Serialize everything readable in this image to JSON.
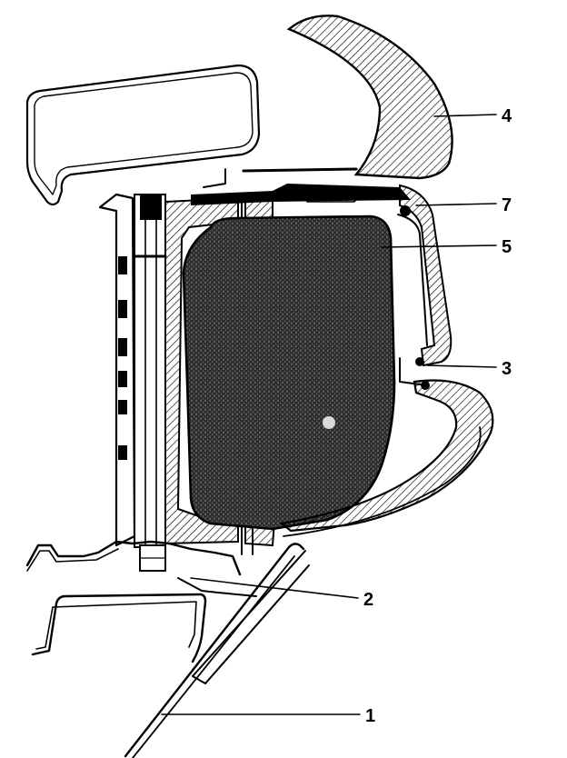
{
  "callouts": [
    {
      "id": "c1",
      "label": "1"
    },
    {
      "id": "c2",
      "label": "2"
    },
    {
      "id": "c3",
      "label": "3"
    },
    {
      "id": "c4",
      "label": "4"
    },
    {
      "id": "c5",
      "label": "5"
    },
    {
      "id": "c7",
      "label": "7"
    }
  ],
  "colors": {
    "ink": "#000000",
    "paper": "#ffffff"
  }
}
